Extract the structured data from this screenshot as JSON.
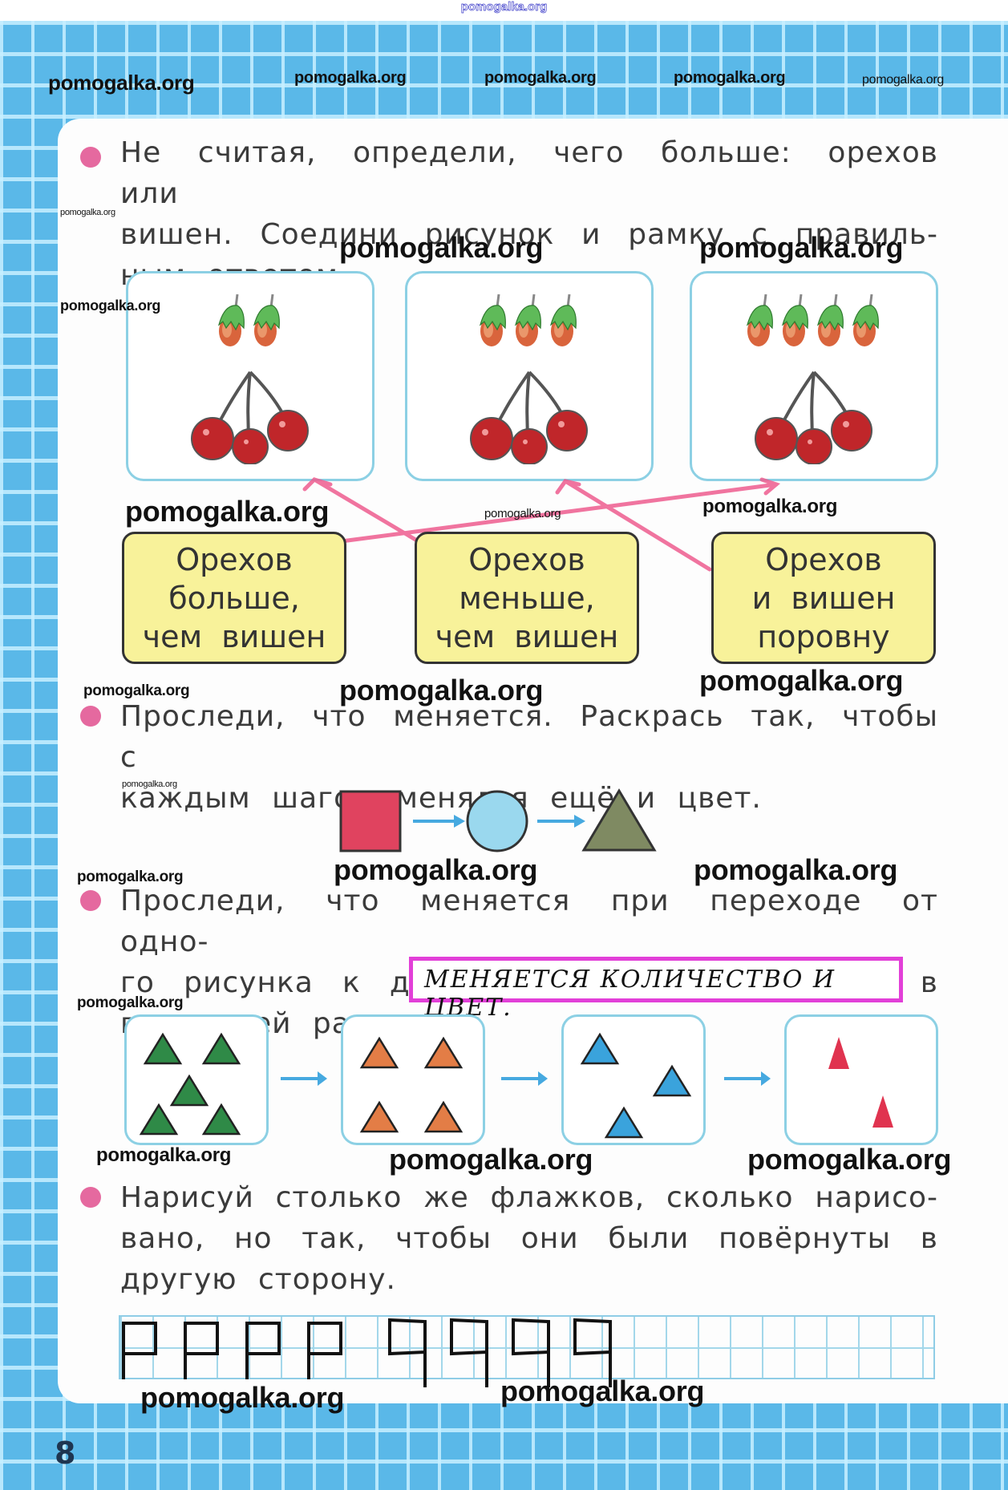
{
  "site_mark": "pomogalka.org",
  "page_number": "8",
  "colors": {
    "background_grid": "#5ab8e8",
    "bullet": "#e5699f",
    "answer_frame": "#e23fd8",
    "connector_lines": "#ee5d8f",
    "answer_box_fill": "#f8f29a",
    "picture_frame": "#8cd0e4"
  },
  "watermarks": [
    {
      "text": "pomogalka.org"
    },
    {
      "text": "pomogalka.org"
    },
    {
      "text": "pomogalka.org"
    },
    {
      "text": "pomogalka.org"
    },
    {
      "text": "pomogalka.org"
    },
    {
      "text": "pomogalka.org"
    },
    {
      "text": "pomogalka.org"
    },
    {
      "text": "pomogalka.org"
    },
    {
      "text": "pomogalka.org"
    },
    {
      "text": "pomogalka.org"
    },
    {
      "text": "pomogalka.org"
    },
    {
      "text": "pomogalka.org"
    },
    {
      "text": "pomogalka.org"
    },
    {
      "text": "pomogalka.org"
    },
    {
      "text": "pomogalka.org"
    },
    {
      "text": "pomogalka.org"
    },
    {
      "text": "pomogalka.org"
    },
    {
      "text": "pomogalka.org"
    },
    {
      "text": "pomogalka.org"
    },
    {
      "text": "pomogalka.org"
    },
    {
      "text": "pomogalka.org"
    },
    {
      "text": "pomogalka.org"
    },
    {
      "text": "pomogalka.org"
    },
    {
      "text": "pomogalka.org"
    },
    {
      "text": "pomogalka.org"
    }
  ],
  "task1": {
    "lines": [
      "Не считая, определи, чего больше: орехов или",
      "вишен. Соедини рисунок и рамку с правиль-",
      "ным ответом."
    ],
    "pictures": [
      {
        "nuts": 2,
        "cherries": 3
      },
      {
        "nuts": 3,
        "cherries": 3
      },
      {
        "nuts": 4,
        "cherries": 3
      }
    ],
    "answers": [
      {
        "lines": [
          "Орехов",
          "больше,",
          "чем вишен"
        ]
      },
      {
        "lines": [
          "Орехов",
          "меньше,",
          "чем вишен"
        ]
      },
      {
        "lines": [
          "Орехов",
          "и вишен",
          "поровну"
        ]
      }
    ],
    "connections": [
      {
        "picture": 1,
        "answer": 2
      },
      {
        "picture": 2,
        "answer": 3
      },
      {
        "picture": 3,
        "answer": 1
      }
    ]
  },
  "task2": {
    "lines": [
      "Проследи, что меняется. Раскрась так, чтобы с",
      "каждым шагом менялся ещё и цвет."
    ],
    "shapes": [
      {
        "shape": "square",
        "color": "#e0435f"
      },
      {
        "shape": "circle",
        "color": "#9ad8ee"
      },
      {
        "shape": "triangle",
        "color": "#7f8a62"
      }
    ]
  },
  "task3": {
    "lines": [
      "Проследи, что меняется при переходе от одно-",
      "го рисунка к другому, и нарисуй фигуры в",
      "последней рамке."
    ],
    "handwritten_answer": "Меняется количество и цвет.",
    "frames": [
      {
        "count": 5,
        "color": "#2f8a47"
      },
      {
        "count": 4,
        "color": "#e37d46"
      },
      {
        "count": 3,
        "color": "#3aa3dc"
      },
      {
        "count": 2,
        "color": "#e0334f"
      }
    ]
  },
  "task4": {
    "lines": [
      "Нарисуй столько же флажков, сколько нарисо-",
      "вано, но так, чтобы они были повёрнуты в",
      "другую сторону."
    ],
    "given_flags": {
      "count": 4,
      "direction": "right"
    },
    "drawn_flags": {
      "count": 4,
      "direction": "left"
    }
  }
}
